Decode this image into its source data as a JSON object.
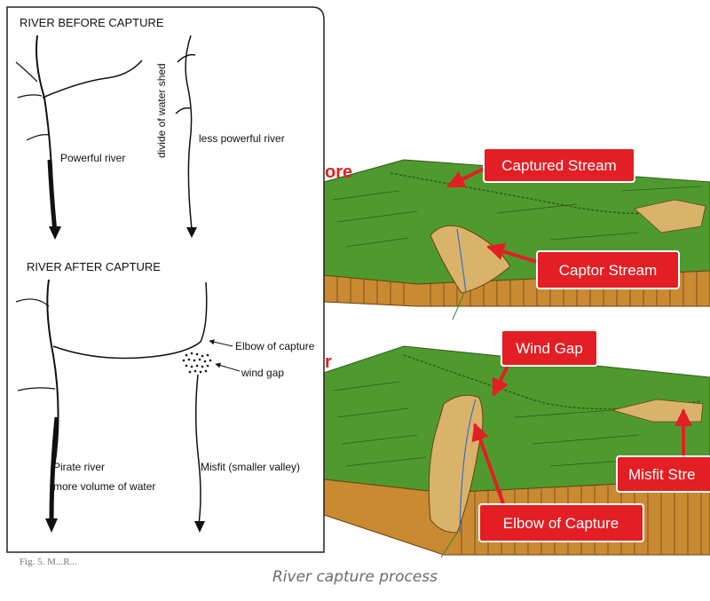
{
  "left_panel": {
    "before_title": "RIVER BEFORE CAPTURE",
    "divide_label": "divide of water shed",
    "powerful_river": "Powerful river",
    "less_powerful_river": "less powerful river",
    "after_title": "RIVER AFTER CAPTURE",
    "elbow_label": "Elbow of capture",
    "wind_gap_label": "wind gap",
    "pirate_line1": "Pirate river",
    "pirate_line2": "more volume of water",
    "misfit_label": "Misfit (smaller valley)",
    "footer_partial": "Fig. 5. M...R..."
  },
  "right_panel": {
    "before_fragment": "ore",
    "after_fragment": "r",
    "callouts": {
      "captured_stream": "Captured Stream",
      "captor_stream": "Captor Stream",
      "wind_gap": "Wind Gap",
      "misfit_stream": "Misfit Stre",
      "elbow_of_capture": "Elbow of Capture"
    }
  },
  "caption": "River capture process",
  "colors": {
    "callout_fill": "#e31e24",
    "plateau_green": "#4f9a2e",
    "cliff_orange": "#c98a32",
    "valley_tan": "#d9b36a",
    "label_red": "#e02020"
  }
}
